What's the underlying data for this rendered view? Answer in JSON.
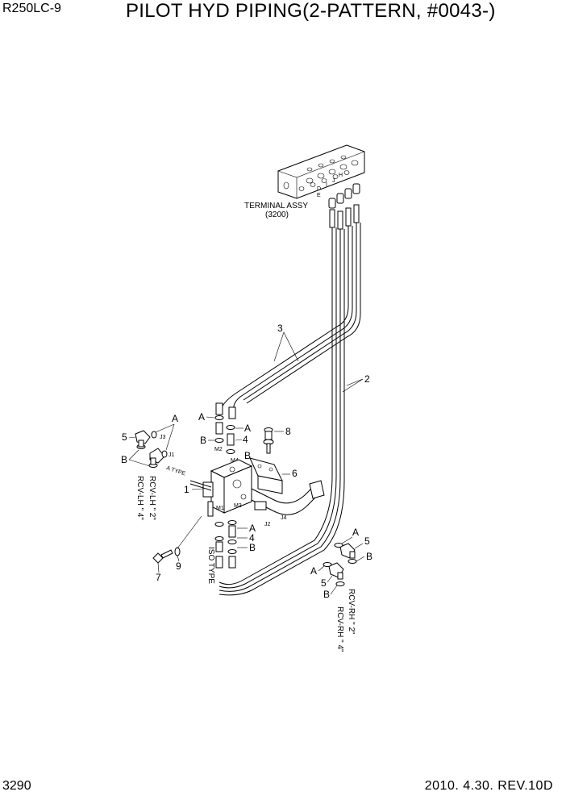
{
  "header": {
    "model": "R250LC-9",
    "title": "PILOT HYD PIPING(2-PATTERN, #0043-)"
  },
  "footer": {
    "page_number": "3290",
    "date_revision": "2010. 4.30.  REV.10D"
  },
  "diagram": {
    "terminal_label": "TERMINAL ASSY",
    "terminal_ref": "(3200)",
    "port_letters": {
      "e": "E",
      "d": "D",
      "i": "I",
      "j": "J",
      "h": "H"
    },
    "callouts": {
      "p1": "1",
      "p2": "2",
      "p3": "3",
      "p4a": "4",
      "p4b": "4",
      "p5a": "5",
      "p5b": "5",
      "p5c": "5",
      "p6": "6",
      "p7": "7",
      "p8": "8",
      "p9": "9"
    },
    "letters": {
      "a1": "A",
      "a2": "A",
      "a3": "A",
      "a4": "A",
      "a5": "A",
      "b1": "B",
      "b2": "B",
      "b3": "B",
      "b4": "B",
      "b5": "B",
      "b6": "B"
    },
    "ports": {
      "j1": "J1",
      "j2": "J2",
      "j3": "J3",
      "j4": "J4",
      "m1": "M1",
      "m2": "M2",
      "m3": "M3",
      "m4": "M4"
    },
    "type_labels": {
      "a_type": "A TYPE",
      "iso_type": "ISO TYPE"
    },
    "rcv_labels": {
      "lh4": "RCV-LH \" 4\"",
      "lh2": "RCV-LH \" 2\"",
      "rh2": "RCV-RH \" 2\"",
      "rh4": "RCV-RH \" 4\""
    }
  }
}
